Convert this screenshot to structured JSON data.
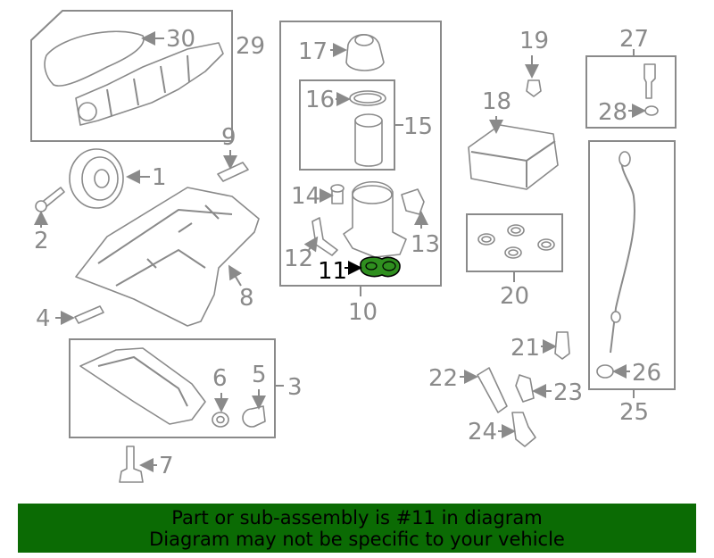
{
  "labels": {
    "l1": "1",
    "l2": "2",
    "l3": "3",
    "l4": "4",
    "l5": "5",
    "l6": "6",
    "l7": "7",
    "l8": "8",
    "l9": "9",
    "l10": "10",
    "l11": "11",
    "l12": "12",
    "l13": "13",
    "l14": "14",
    "l15": "15",
    "l16": "16",
    "l17": "17",
    "l18": "18",
    "l19": "19",
    "l20": "20",
    "l21": "21",
    "l22": "22",
    "l23": "23",
    "l24": "24",
    "l25": "25",
    "l26": "26",
    "l27": "27",
    "l28": "28",
    "l29": "29",
    "l30": "30"
  },
  "highlight": {
    "part": "11",
    "color": "#2f8f1f"
  },
  "banner": {
    "line1": "Part or sub-assembly is #11 in diagram",
    "line2": "Diagram may not be specific to your vehicle",
    "background": "#0b6b04"
  }
}
